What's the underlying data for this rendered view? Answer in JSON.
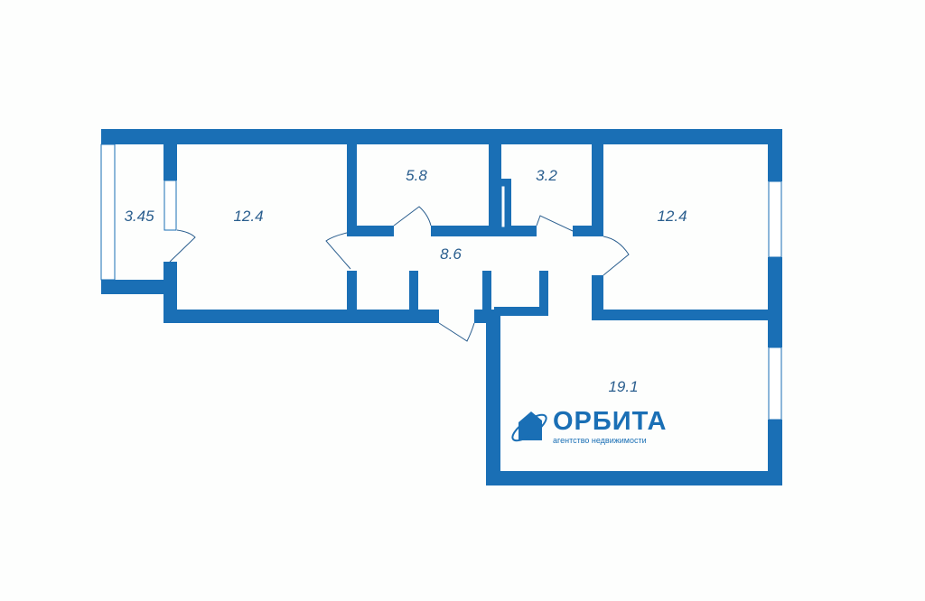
{
  "rooms": [
    {
      "id": "balcony",
      "area": "3.45"
    },
    {
      "id": "room-left",
      "area": "12.4"
    },
    {
      "id": "bathroom",
      "area": "5.8"
    },
    {
      "id": "toilet",
      "area": "3.2"
    },
    {
      "id": "room-right",
      "area": "12.4"
    },
    {
      "id": "hallway",
      "area": "8.6"
    },
    {
      "id": "room-large",
      "area": "19.1"
    }
  ],
  "logo": {
    "title": "ОРБИТА",
    "subtitle": "агентство недвижимости"
  },
  "colors": {
    "wall": "#1a6fb5",
    "label": "#2a5e8e"
  }
}
